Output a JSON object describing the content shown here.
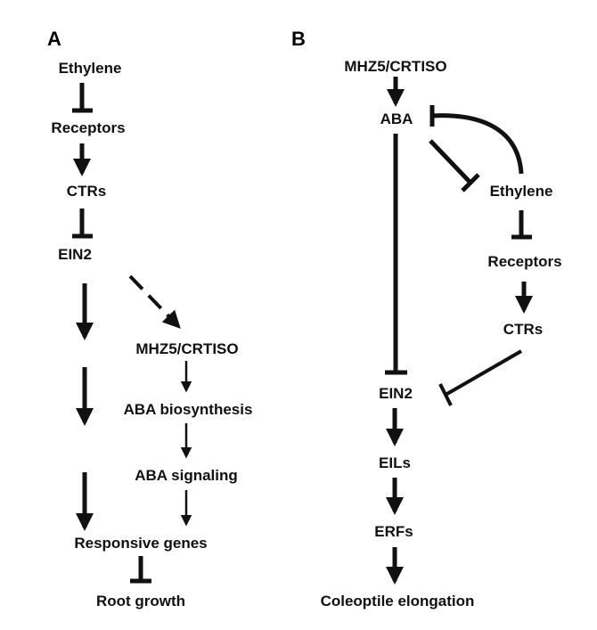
{
  "panels": {
    "a_letter": "A",
    "b_letter": "B"
  },
  "panel_a": {
    "ethylene": "Ethylene",
    "receptors": "Receptors",
    "ctrs": "CTRs",
    "ein2": "EIN2",
    "mhz5": "MHZ5/CRTISO",
    "aba_biosynthesis": "ABA biosynthesis",
    "aba_signaling": "ABA signaling",
    "responsive_genes": "Responsive genes",
    "root_growth": "Root growth"
  },
  "panel_b": {
    "mhz5": "MHZ5/CRTISO",
    "aba": "ABA",
    "ethylene": "Ethylene",
    "receptors": "Receptors",
    "ctrs": "CTRs",
    "ein2": "EIN2",
    "eils": "EILs",
    "erfs": "ERFs",
    "coleoptile": "Coleoptile elongation"
  },
  "colors": {
    "ink": "#111111",
    "background": "#ffffff"
  }
}
